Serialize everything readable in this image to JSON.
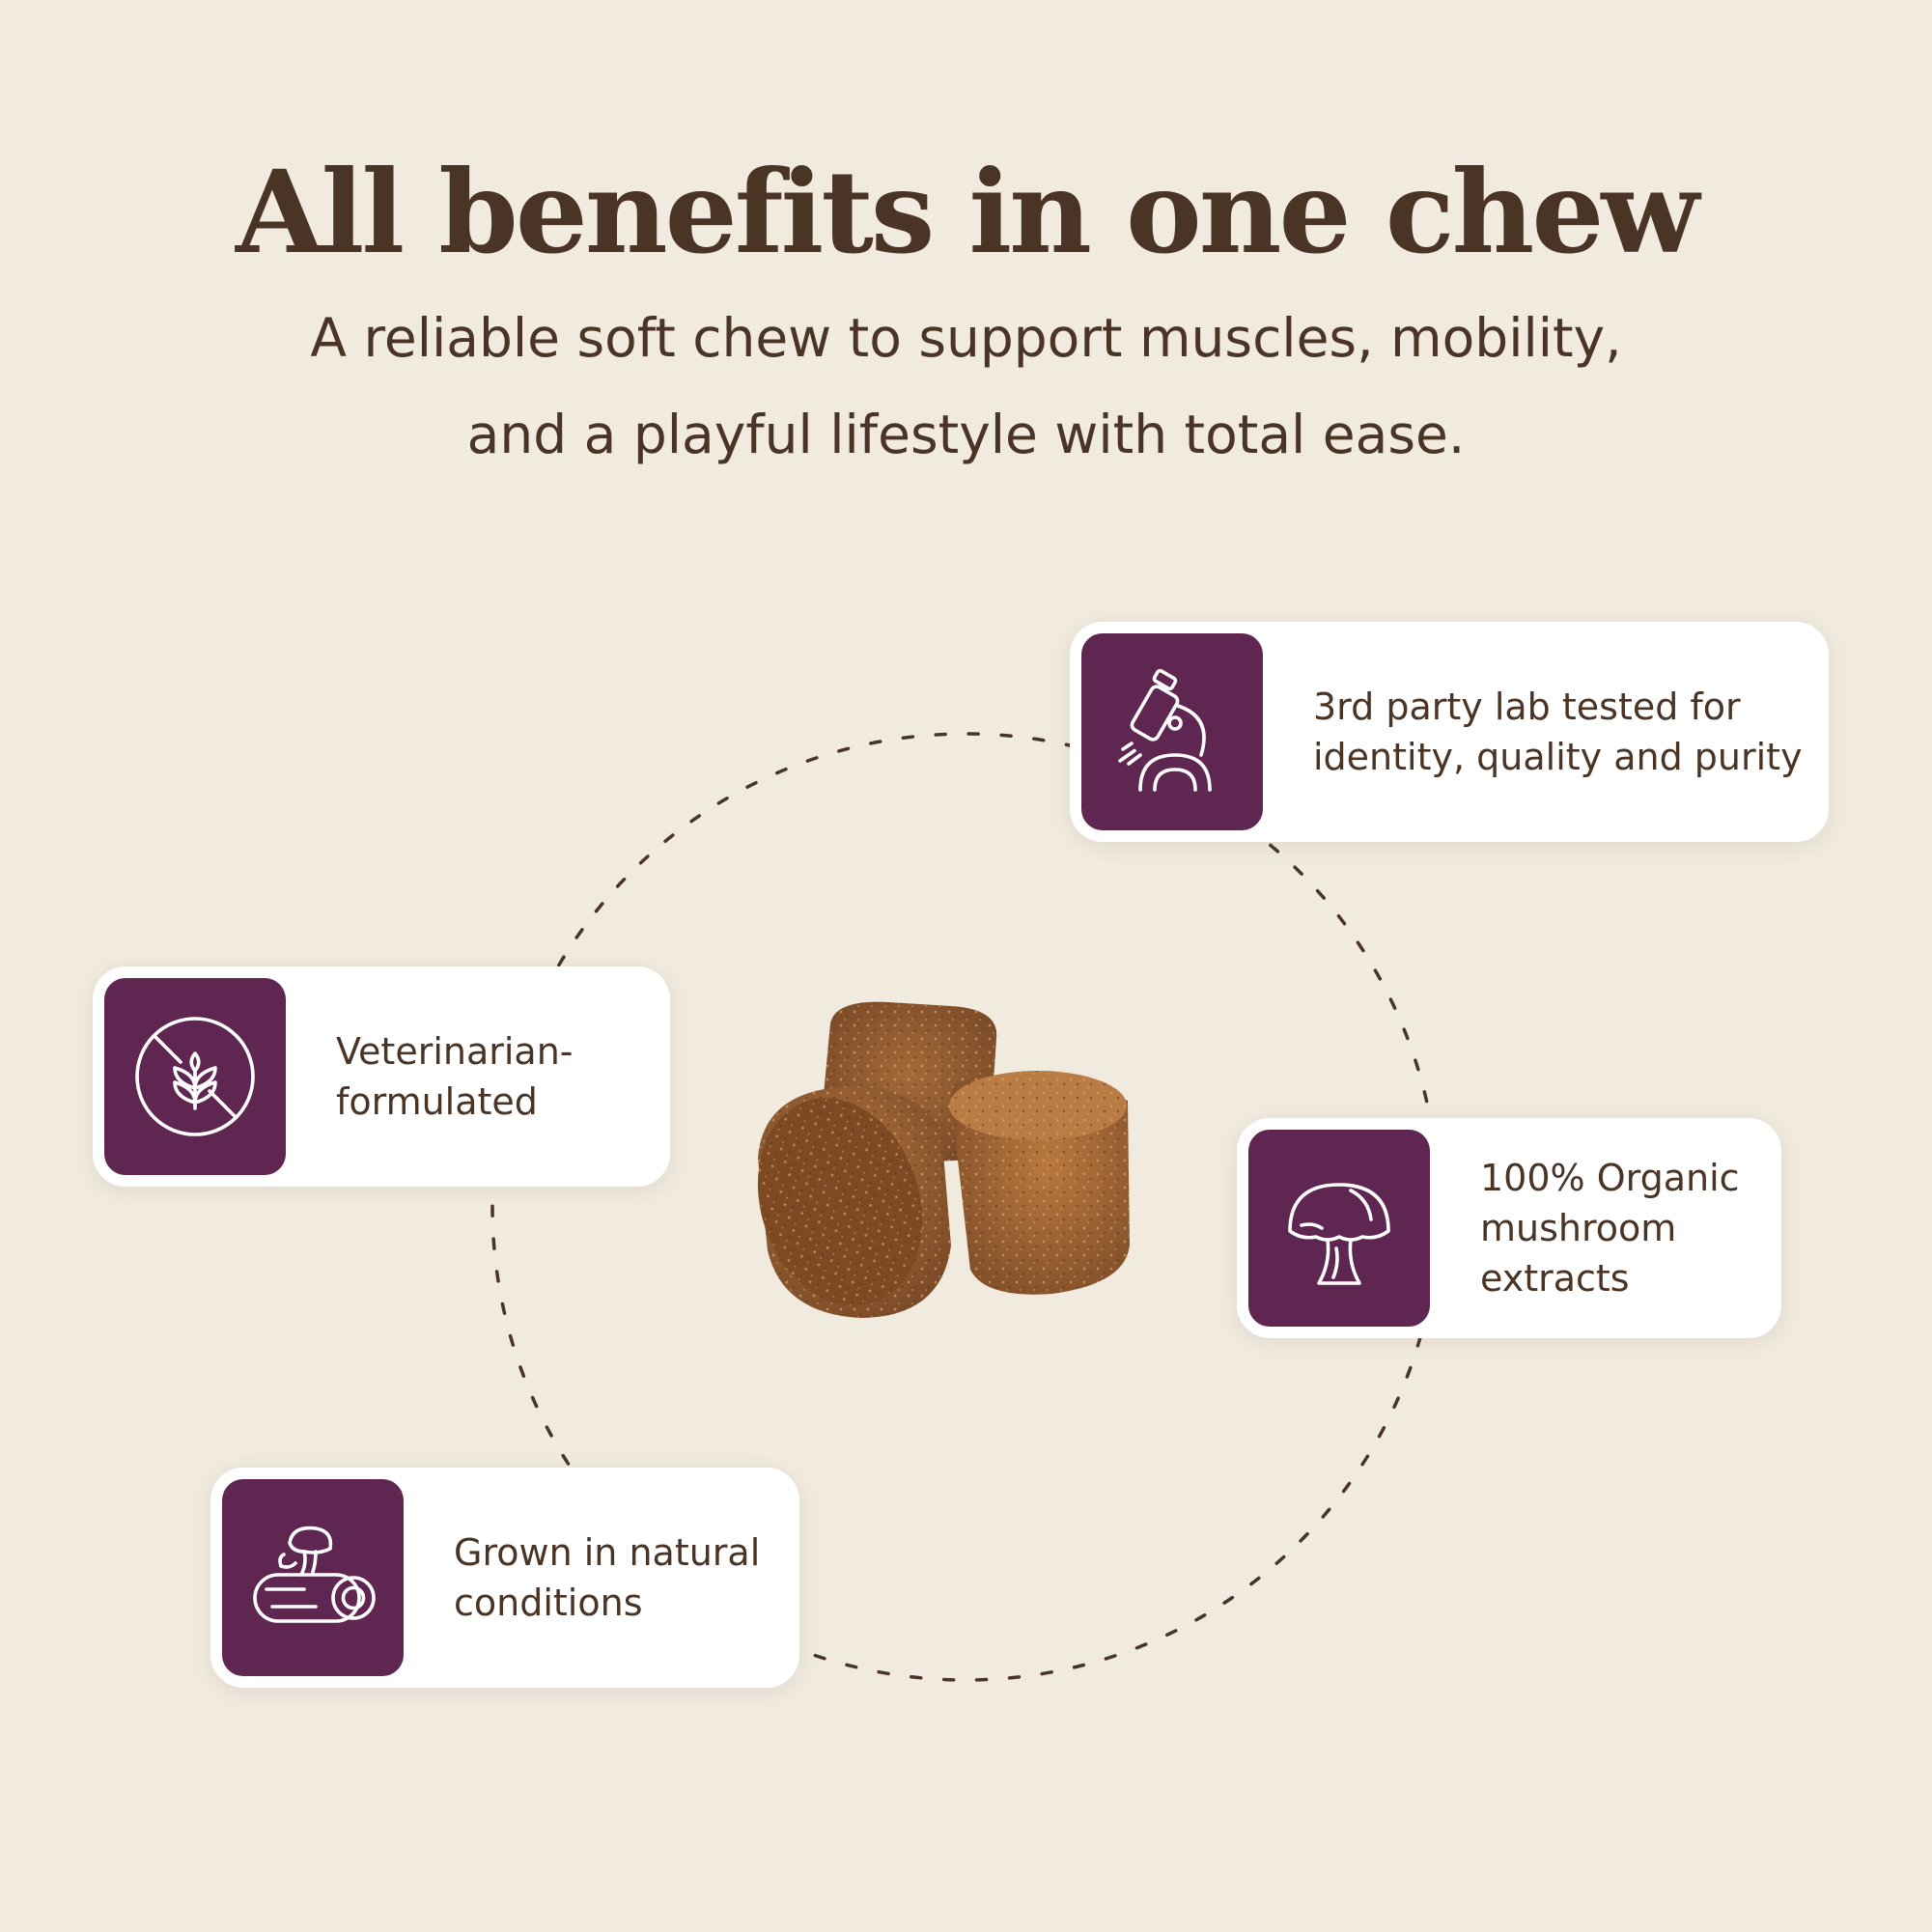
{
  "header": {
    "title": "All benefits in one chew",
    "subtitle_line1": "A reliable soft chew to support muscles, mobility,",
    "subtitle_line2": "and a playful lifestyle with total ease."
  },
  "colors": {
    "background": "#f0eadf",
    "text": "#4a3426",
    "icon_tile": "#5e2650",
    "card": "#ffffff"
  },
  "benefits": [
    {
      "icon": "microscope-icon",
      "label": "3rd party lab tested for\nidentity, quality and purity"
    },
    {
      "icon": "no-grain-icon",
      "label": "Veterinarian-\nformulated"
    },
    {
      "icon": "mushroom-icon",
      "label": "100% Organic\nmushroom\nextracts"
    },
    {
      "icon": "mushroom-log-icon",
      "label": "Grown in natural\nconditions"
    }
  ]
}
